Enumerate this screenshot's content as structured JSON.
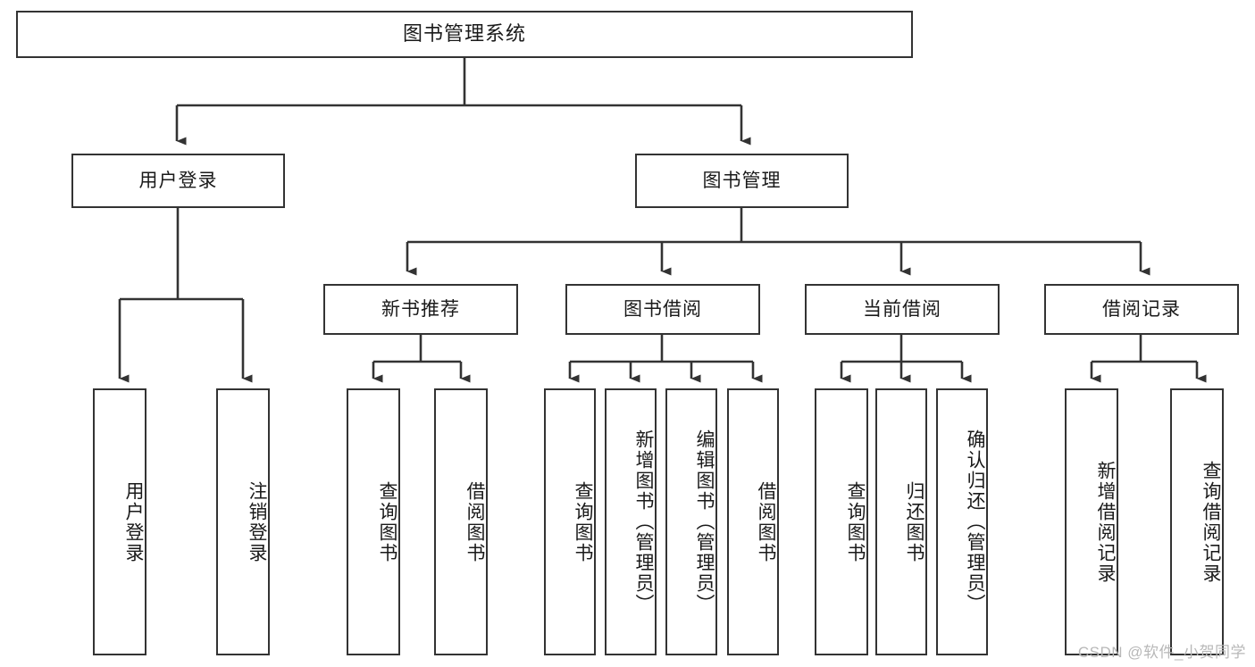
{
  "diagram": {
    "type": "tree-hierarchy",
    "title_label": "图书管理系统",
    "watermark": "CSDN @软件_小贺同学",
    "colors": {
      "stroke": "#333333",
      "fill": "#ffffff",
      "text": "#1a1a1a",
      "watermark": "#b8b8b8"
    },
    "levels": {
      "root": {
        "label": "图书管理系统"
      },
      "level1": [
        {
          "label": "用户登录"
        },
        {
          "label": "图书管理"
        }
      ],
      "level2": [
        {
          "label": "新书推荐"
        },
        {
          "label": "图书借阅"
        },
        {
          "label": "当前借阅"
        },
        {
          "label": "借阅记录"
        }
      ],
      "leaves": {
        "user_login": [
          {
            "label": "用户登录"
          },
          {
            "label": "注销登录"
          }
        ],
        "new_book_recommend": [
          {
            "label": "查询图书"
          },
          {
            "label": "借阅图书"
          }
        ],
        "book_borrow": [
          {
            "label": "查询图书"
          },
          {
            "label": "新增图书（管理员）"
          },
          {
            "label": "编辑图书（管理员）"
          },
          {
            "label": "借阅图书"
          }
        ],
        "current_borrow": [
          {
            "label": "查询图书"
          },
          {
            "label": "归还图书"
          },
          {
            "label": "确认归还（管理员）"
          }
        ],
        "borrow_record": [
          {
            "label": "新增借阅记录"
          },
          {
            "label": "查询借阅记录"
          }
        ]
      }
    }
  }
}
